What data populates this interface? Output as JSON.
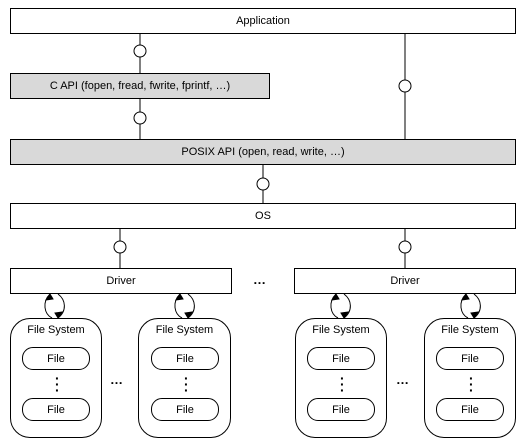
{
  "layers": {
    "application": "Application",
    "c_api": "C API (fopen, fread, fwrite, fprintf, …)",
    "posix_api": "POSIX API (open, read, write, …)",
    "os": "OS"
  },
  "drivers": [
    {
      "label": "Driver",
      "file_systems": [
        {
          "label": "File System",
          "files": [
            "File",
            "File"
          ]
        },
        {
          "label": "File System",
          "files": [
            "File",
            "File"
          ]
        }
      ]
    },
    {
      "label": "Driver",
      "file_systems": [
        {
          "label": "File System",
          "files": [
            "File",
            "File"
          ]
        },
        {
          "label": "File System",
          "files": [
            "File",
            "File"
          ]
        }
      ]
    }
  ],
  "ellipsis": "…",
  "colors": {
    "api_fill": "#d9d9d9",
    "box_fill": "#ffffff",
    "stroke": "#000000"
  }
}
